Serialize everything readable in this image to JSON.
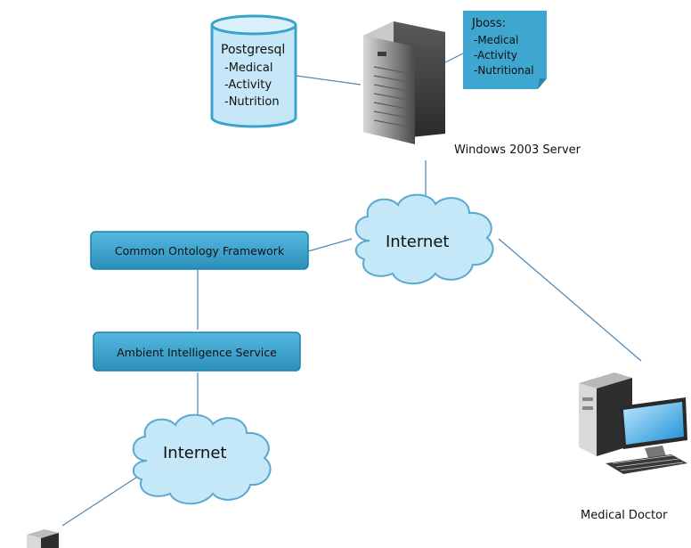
{
  "database": {
    "title": "Postgresql",
    "items": [
      "-Medical",
      "-Activity",
      "-Nutrition"
    ]
  },
  "note": {
    "title": "Jboss:",
    "items": [
      "-Medical",
      "-Activity",
      "-Nutritional"
    ]
  },
  "server": {
    "label": "Windows 2003 Server"
  },
  "cloud_top": {
    "label": "Internet"
  },
  "cloud_bottom": {
    "label": "Internet"
  },
  "framework_box": {
    "label": "Common Ontology Framework"
  },
  "ambient_box": {
    "label": "Ambient Intelligence Service"
  },
  "doctor": {
    "label": "Medical Doctor"
  },
  "colors": {
    "box_fill": "#3aa3cc",
    "box_border": "#1f7fa8",
    "cloud_fill": "#c4e8f7",
    "cloud_stroke": "#5aa9cf",
    "note_fill": "#3fa6cf",
    "db_fill": "#c6e7f7",
    "line": "#4e86b3"
  }
}
